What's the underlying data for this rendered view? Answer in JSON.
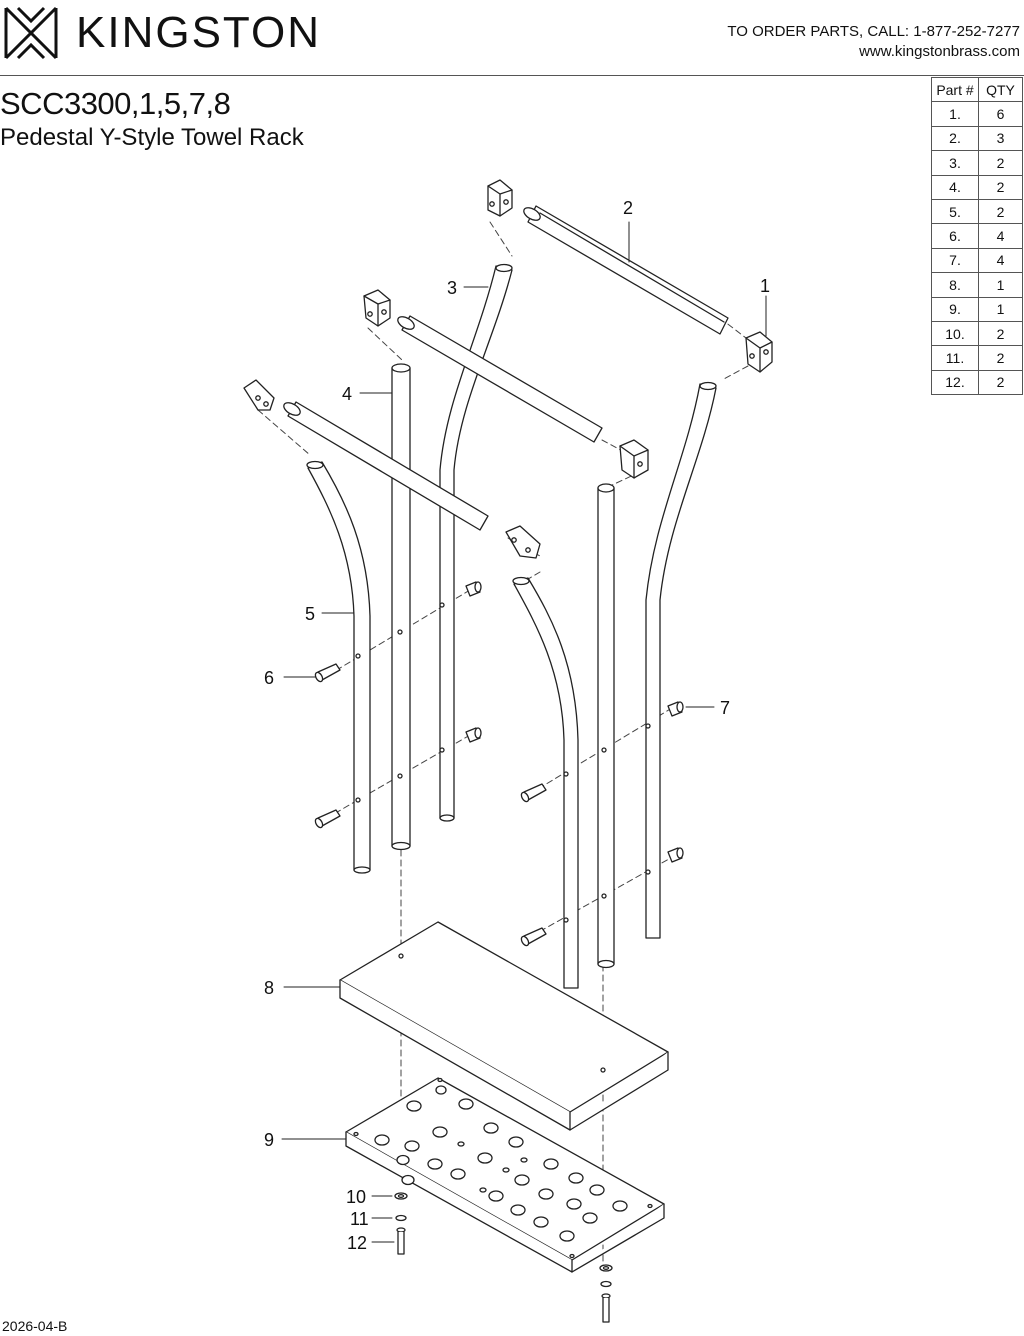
{
  "header": {
    "brand": "KINGSTON",
    "order_line": "TO ORDER PARTS, CALL: 1-877-252-7277",
    "website": "www.kingstonbrass.com"
  },
  "title": {
    "model": "SCC3300,1,5,7,8",
    "name": "Pedestal Y-Style Towel Rack"
  },
  "parts_table": {
    "headers": [
      "Part #",
      "QTY"
    ],
    "rows": [
      [
        "1.",
        "6"
      ],
      [
        "2.",
        "3"
      ],
      [
        "3.",
        "2"
      ],
      [
        "4.",
        "2"
      ],
      [
        "5.",
        "2"
      ],
      [
        "6.",
        "4"
      ],
      [
        "7.",
        "4"
      ],
      [
        "8.",
        "1"
      ],
      [
        "9.",
        "1"
      ],
      [
        "10.",
        "2"
      ],
      [
        "11.",
        "2"
      ],
      [
        "12.",
        "2"
      ]
    ]
  },
  "callouts": [
    "1",
    "2",
    "3",
    "4",
    "5",
    "6",
    "7",
    "8",
    "9",
    "10",
    "11",
    "12"
  ],
  "footer": {
    "doc_number": "2026-04-B"
  }
}
